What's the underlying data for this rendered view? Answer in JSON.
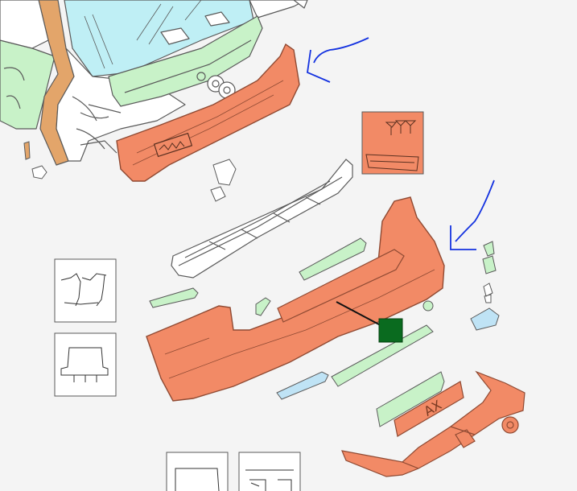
{
  "diagram": {
    "type": "exploded-parts-illustration",
    "colors": {
      "background": "#f4f4f4",
      "outline": "#5a5a5a",
      "highlight_part": "#f28a66",
      "highlight_stroke": "#8f4a33",
      "accessory_part": "#c8f2c8",
      "glass": "#bfeff5",
      "tailgate_strip": "#e3a56a",
      "marker": "#0a6b1f",
      "arrow": "#1432e0",
      "bracket_blue": "#bfe3f5"
    },
    "parts": [
      {
        "name": "upper-rear-bumper-cover",
        "color_role": "highlight_part",
        "pointed_by": "blue-arrow-1"
      },
      {
        "name": "lower-rear-bumper-cover",
        "color_role": "highlight_part",
        "pointed_by": "blue-arrow-2"
      },
      {
        "name": "bumper-reinforcement-beam",
        "color_role": "outline"
      },
      {
        "name": "tow-hitch-assembly",
        "color_role": "highlight_part"
      },
      {
        "name": "license-plate-holder",
        "color_role": "highlight_part"
      },
      {
        "name": "fastener-kit-inset",
        "color_role": "highlight_part"
      }
    ],
    "license_plate_text": "AX",
    "selection_marker": {
      "shape": "square",
      "color_role": "marker"
    }
  }
}
